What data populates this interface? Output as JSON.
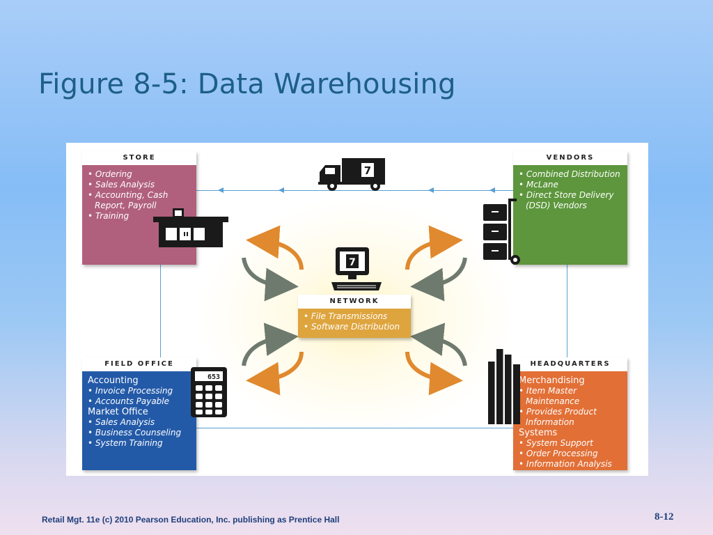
{
  "slide": {
    "title": "Figure 8-5: Data Warehousing",
    "footer": "Retail Mgt. 11e (c) 2010 Pearson Education, Inc. publishing as Prentice Hall",
    "page_number": "8-12"
  },
  "diagram": {
    "store": {
      "title": "STORE",
      "items": [
        "Ordering",
        "Sales Analysis",
        "Accounting, Cash Report, Payroll",
        "Training"
      ]
    },
    "vendors": {
      "title": "VENDORS",
      "items": [
        "Combined Distribution",
        "McLane",
        "Direct Store Delivery (DSD) Vendors"
      ]
    },
    "network": {
      "title": "NETWORK",
      "items": [
        "File Transmissions",
        "Software Distribution"
      ]
    },
    "field_office": {
      "title": "FIELD OFFICE",
      "group1": "Accounting",
      "group1_items": [
        "Invoice Processing",
        "Accounts Payable"
      ],
      "group2": "Market Office",
      "group2_items": [
        "Sales Analysis",
        "Business Counseling",
        "System Training"
      ]
    },
    "headquarters": {
      "title": "HEADQUARTERS",
      "group1": "Merchandising",
      "group1_items": [
        "Item Master Maintenance",
        "Provides Product Information"
      ],
      "group2": "Systems",
      "group2_items": [
        "System Support",
        "Order Processing",
        "Information Analysis"
      ]
    },
    "calculator_display": "653",
    "logo_text": "7",
    "colors": {
      "store": "#b0607c",
      "vendors": "#5d963c",
      "field_office": "#235aa8",
      "headquarters": "#e26f36",
      "network": "#dea43e",
      "arrow_orange": "#e0892e",
      "arrow_gray": "#6e7a6e",
      "connector": "#5a9fd0"
    },
    "icons": [
      "delivery-truck-icon",
      "store-building-icon",
      "hand-truck-boxes-icon",
      "computer-terminal-icon",
      "calculator-icon",
      "office-buildings-icon"
    ]
  }
}
